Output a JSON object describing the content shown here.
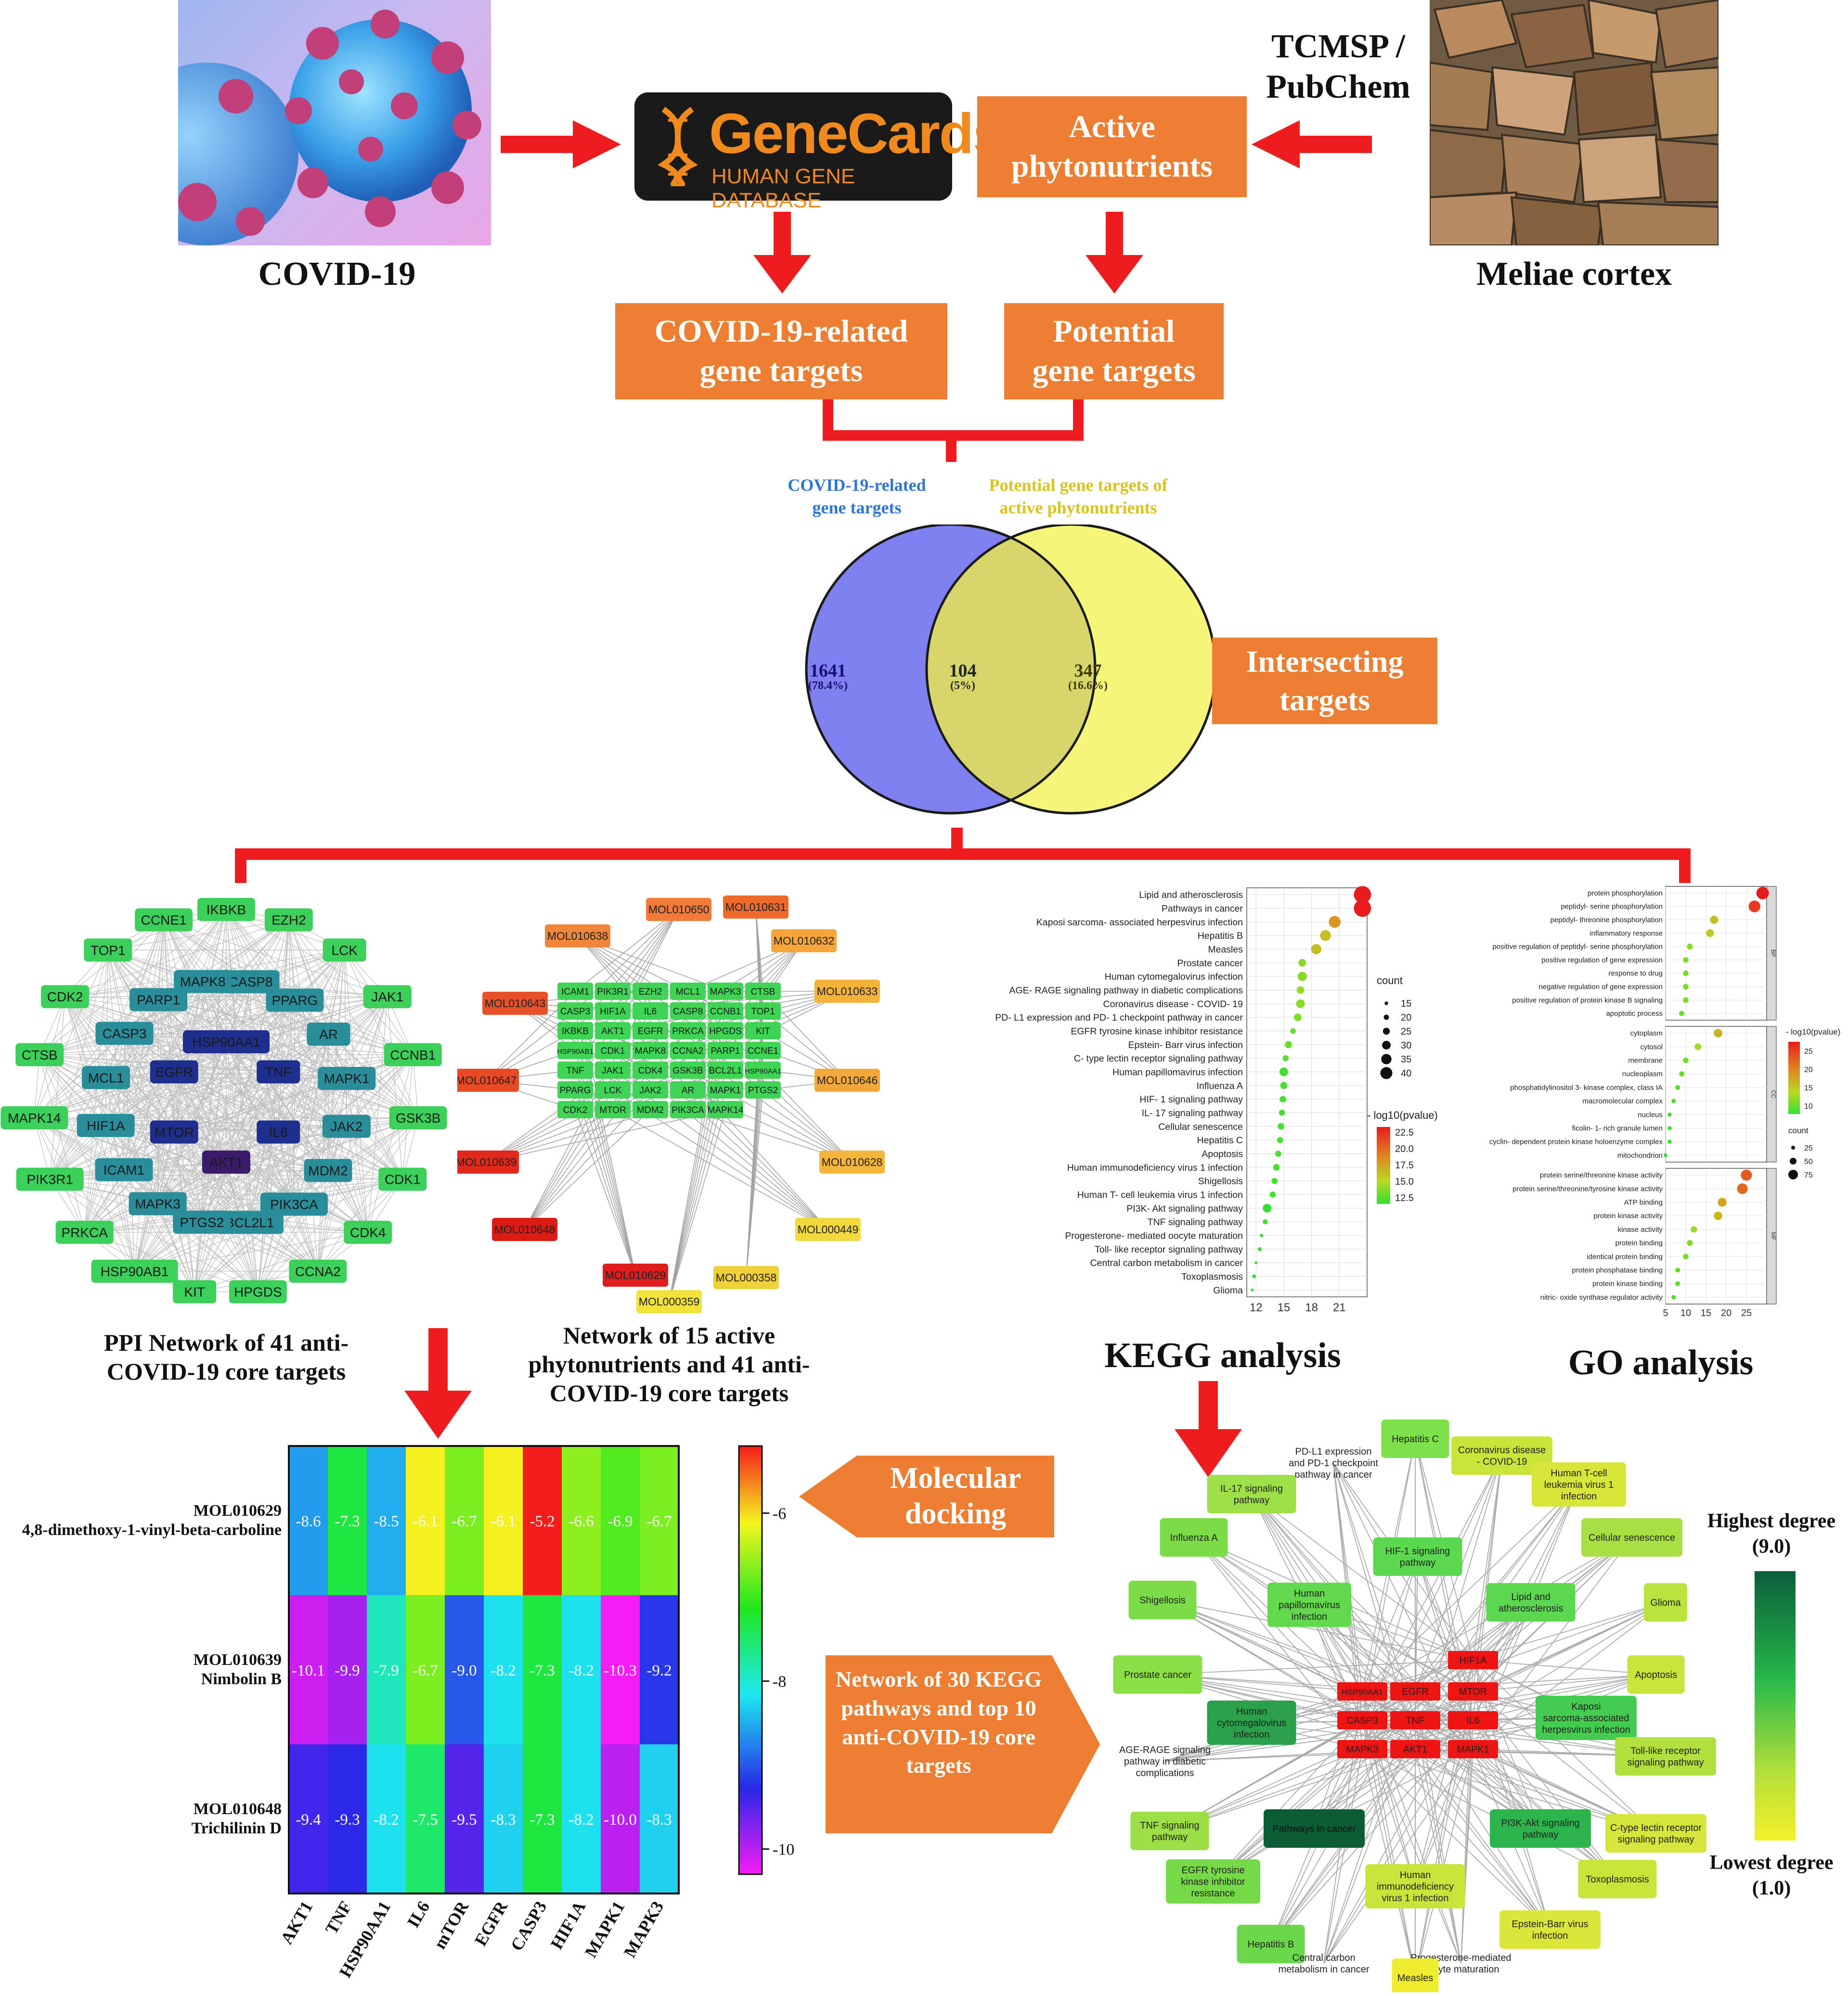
{
  "top": {
    "covid_label": "COVID-19",
    "meliae_label": "Meliae cortex",
    "tcmsp_line1": "TCMSP /",
    "tcmsp_line2": "PubChem",
    "genecards_brand": "GeneCards",
    "genecards_sub": "HUMAN GENE DATABASE",
    "active_line1": "Active",
    "active_line2": "phytonutrients",
    "covid_targets_line1": "COVID-19-related",
    "covid_targets_line2": "gene targets",
    "potential_line1": "Potential",
    "potential_line2": "gene targets"
  },
  "venn": {
    "left_title_line1": "COVID-19-related",
    "left_title_line2": "gene targets",
    "right_title_line1": "Potential gene targets of",
    "right_title_line2": "active phytonutrients",
    "left_count": "1641",
    "left_pct": "(78.4%)",
    "mid_count": "104",
    "mid_pct": "(5%)",
    "right_count": "347",
    "right_pct": "(16.6%)",
    "intersect_line1": "Intersecting",
    "intersect_line2": "targets",
    "colors": {
      "left": "#7f7ff2",
      "right": "#f5f57a",
      "overlap": "#d6d66a"
    }
  },
  "ppi": {
    "caption_line1": "PPI Network of 41 anti-",
    "caption_line2": "COVID-19 core targets",
    "nodes": [
      "IKBKB",
      "EZH2",
      "LCK",
      "JAK1",
      "CCNB1",
      "PPARG",
      "CASP8",
      "GSK3B",
      "MAPK1",
      "AR",
      "CDK1",
      "MDM2",
      "HSP90AA1",
      "JAK2",
      "CDK4",
      "CCNA2",
      "TNF",
      "IL6",
      "BCL2L1",
      "PIK3CA",
      "HPGDS",
      "KIT",
      "MAPK3",
      "AKT1",
      "MTOR",
      "PTGS2",
      "HSP90AB1",
      "EGFR",
      "PRKCA",
      "HIF1A",
      "ICAM1",
      "MAPK8",
      "CASP3",
      "PARP1",
      "MCL1",
      "PIK3R1",
      "MAPK14",
      "CTSB",
      "CDK2",
      "TOP1",
      "CCNE1"
    ]
  },
  "compound_network": {
    "caption_line1": "Network of 15 active",
    "caption_line2": "phytonutrients and 41 anti-",
    "caption_line3": "COVID-19 core targets",
    "molecules": [
      "MOL010650",
      "MOL010631",
      "MOL010638",
      "MOL010632",
      "MOL010643",
      "MOL010633",
      "MOL010647",
      "MOL010646",
      "MOL010639",
      "MOL010628",
      "MOL010648",
      "MOL000449",
      "MOL010629",
      "MOL000358",
      "MOL000359"
    ],
    "targets": [
      "ICAM1",
      "PIK3R1",
      "EZH2",
      "MCL1",
      "MAPK3",
      "CTSB",
      "CASP3",
      "HIF1A",
      "IL6",
      "CASP8",
      "CCNB1",
      "TOP1",
      "IKBKB",
      "AKT1",
      "EGFR",
      "PRKCA",
      "HPGDS",
      "KIT",
      "HSP90AB1",
      "CDK1",
      "MAPK8",
      "CCNA2",
      "PARP1",
      "CCNE1",
      "TNF",
      "JAK1",
      "CDK4",
      "GSK3B",
      "BCL2L1",
      "HSP90AA1",
      "PPARG",
      "LCK",
      "JAK2",
      "AR",
      "MAPK1",
      "PTGS2",
      "CDK2",
      "MTOR",
      "MDM2",
      "PIK3CA",
      "MAPK14"
    ]
  },
  "kegg": {
    "title": "KEGG analysis",
    "x_ticks": [
      "12",
      "15",
      "18",
      "21"
    ],
    "legend_count_title": "count",
    "legend_count_values": [
      "15",
      "20",
      "25",
      "30",
      "35",
      "40"
    ],
    "legend_color_title": "- log10(pvalue)",
    "legend_color_values": [
      "22.5",
      "20.0",
      "17.5",
      "15.0",
      "12.5"
    ]
  },
  "chart_data": [
    {
      "type": "scatter",
      "title": "KEGG analysis",
      "categories": [
        "Lipid and atherosclerosis",
        "Pathways in cancer",
        "Kaposi sarcoma- associated herpesvirus infection",
        "Hepatitis B",
        "Measles",
        "Prostate cancer",
        "Human cytomegalovirus infection",
        "AGE- RAGE signaling pathway in diabetic complications",
        "Coronavirus disease - COVID- 19",
        "PD- L1 expression and PD- 1 checkpoint pathway in cancer",
        "EGFR tyrosine kinase inhibitor resistance",
        "Epstein- Barr virus infection",
        "C- type lectin receptor signaling pathway",
        "Human papillomavirus infection",
        "Influenza A",
        "HIF- 1 signaling pathway",
        "IL- 17 signaling pathway",
        "Cellular senescence",
        "Hepatitis C",
        "Apoptosis",
        "Human immunodeficiency virus 1 infection",
        "Shigellosis",
        "Human T- cell leukemia virus 1 infection",
        "PI3K- Akt signaling pathway",
        "TNF signaling pathway",
        "Progesterone- mediated oocyte maturation",
        "Toll- like receptor signaling pathway",
        "Central carbon metabolism in cancer",
        "Toxoplasmosis",
        "Glioma"
      ],
      "x": [
        23.5,
        23.5,
        20.5,
        19.5,
        18.5,
        17,
        17,
        16.8,
        16.8,
        16.5,
        16,
        15.5,
        15.2,
        15,
        15,
        14.9,
        14.8,
        14.7,
        14.6,
        14.4,
        14.2,
        14,
        13.8,
        13.2,
        13,
        12.6,
        12.4,
        12,
        11.8,
        11.6
      ],
      "count": [
        40,
        40,
        30,
        28,
        27,
        22,
        25,
        22,
        24,
        22,
        18,
        21,
        19,
        24,
        21,
        20,
        19,
        20,
        19,
        19,
        20,
        19,
        19,
        24,
        17,
        14,
        15,
        13,
        15,
        13
      ],
      "neglog10p": [
        22.5,
        22.5,
        19,
        17.5,
        17.5,
        15,
        15,
        15.5,
        15,
        15,
        14,
        14,
        13.5,
        13,
        13,
        13,
        13,
        13,
        13,
        13,
        13,
        13,
        13,
        12.5,
        13,
        12.5,
        12.5,
        12.5,
        12.5,
        12.5
      ],
      "xlim": [
        11,
        24
      ]
    },
    {
      "type": "scatter",
      "title": "GO analysis",
      "groups": [
        "BP",
        "CC",
        "MF"
      ],
      "categories_BP": [
        "protein phosphorylation",
        "peptidyl- serine phosphorylation",
        "peptidyl- threonine phosphorylation",
        "inflammatory response",
        "positive regulation of peptidyl- serine phosphorylation",
        "positive regulation of gene expression",
        "response to drug",
        "negative regulation of gene expression",
        "positive regulation of protein kinase B signaling",
        "apoptotic process"
      ],
      "x_BP": [
        29,
        27,
        17,
        16,
        11,
        10,
        10,
        10,
        10,
        9
      ],
      "categories_CC": [
        "cytoplasm",
        "cytosol",
        "membrane",
        "nucleoplasm",
        "phosphatidylinositol 3- kinase complex, class IA",
        "macromolecular complex",
        "nucleus",
        "ficolin- 1- rich granule lumen",
        "cyclin- dependent protein kinase holoenzyme complex",
        "mitochondrion"
      ],
      "x_CC": [
        18,
        13,
        10,
        9,
        8,
        7,
        6,
        6,
        6,
        5
      ],
      "categories_MF": [
        "protein serine/threonine kinase activity",
        "protein serine/threonine/tyrosine kinase activity",
        "ATP binding",
        "protein kinase activity",
        "kinase activity",
        "protein binding",
        "identical protein binding",
        "protein phosphatase binding",
        "protein kinase binding",
        "nitric- oxide synthase regulator activity"
      ],
      "x_MF": [
        25,
        24,
        19,
        18,
        12,
        11,
        10,
        8,
        8,
        7
      ],
      "xlim": [
        5,
        30
      ]
    },
    {
      "type": "heatmap",
      "title": "Molecular docking",
      "x_categories": [
        "AKT1",
        "TNF",
        "HSP90AA1",
        "IL6",
        "mTOR",
        "EGFR",
        "CASP3",
        "HIF1A",
        "MAPK1",
        "MAPK3"
      ],
      "y_categories": [
        "MOL010629 4,8-dimethoxy-1-vinyl-beta-carboline",
        "MOL010639 Nimbolin B",
        "MOL010648 Trichilinin D"
      ],
      "values": [
        [
          -8.6,
          -7.3,
          -8.5,
          -6.1,
          -6.7,
          -6.1,
          -5.2,
          -6.6,
          -6.9,
          -6.7
        ],
        [
          -10.1,
          -9.9,
          -7.9,
          -6.7,
          -9.0,
          -8.2,
          -7.3,
          -8.2,
          -10.3,
          -9.2
        ],
        [
          -9.4,
          -9.3,
          -8.2,
          -7.5,
          -9.5,
          -8.3,
          -7.3,
          -8.2,
          -10.0,
          -8.3
        ]
      ],
      "colorbar_ticks": [
        "-6",
        "-8",
        "-10"
      ]
    }
  ],
  "go": {
    "title": "GO analysis",
    "x_ticks": [
      "5",
      "10",
      "15",
      "20",
      "25"
    ],
    "legend_color_title": "- log10(pvalue)",
    "legend_color_values": [
      "25",
      "20",
      "15",
      "10"
    ],
    "legend_count_title": "count",
    "legend_count_values": [
      "25",
      "50",
      "75"
    ]
  },
  "docking": {
    "label_line1": "Molecular",
    "label_line2": "docking",
    "rows": [
      {
        "id": "MOL010629",
        "name": "4,8-dimethoxy-1-vinyl-beta-carboline"
      },
      {
        "id": "MOL010639",
        "name": "Nimbolin B"
      },
      {
        "id": "MOL010648",
        "name": "Trichilinin D"
      }
    ]
  },
  "kegg_network": {
    "label_line1": "Network of 30 KEGG",
    "label_line2": "pathways and top 10",
    "label_line3": "anti-COVID-19 core",
    "label_line4": "targets",
    "legend_high": "Highest degree",
    "legend_high_val": "(9.0)",
    "legend_low": "Lowest degree",
    "legend_low_val": "(1.0)",
    "core_targets": [
      "HIF1A",
      "HSP90AA1",
      "EGFR",
      "MTOR",
      "CASP3",
      "TNF",
      "IL6",
      "MAPK3",
      "AKT1",
      "MAPK1"
    ]
  }
}
